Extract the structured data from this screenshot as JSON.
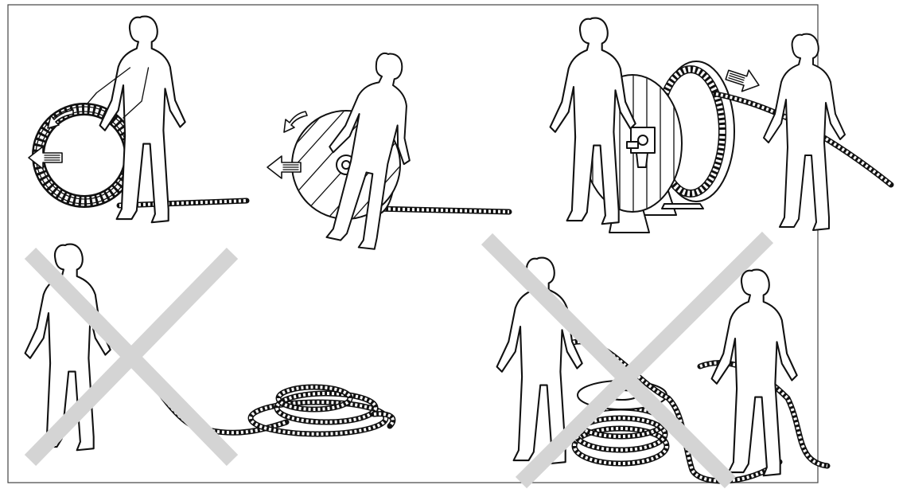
{
  "panels": [
    {
      "id": "roll-coil",
      "status": "correct"
    },
    {
      "id": "roll-drum",
      "status": "correct"
    },
    {
      "id": "unwind-from-stand",
      "status": "correct"
    },
    {
      "id": "pull-loose-coil",
      "status": "wrong"
    },
    {
      "id": "pull-from-flat-drum",
      "status": "wrong"
    }
  ],
  "colors": {
    "line": "#111111",
    "cross_mark": "#d4d4d4",
    "background": "#ffffff"
  },
  "icons": [
    "arrow-left-icon",
    "curved-arrow-icon",
    "arrow-right-icon",
    "cross-mark-icon"
  ]
}
